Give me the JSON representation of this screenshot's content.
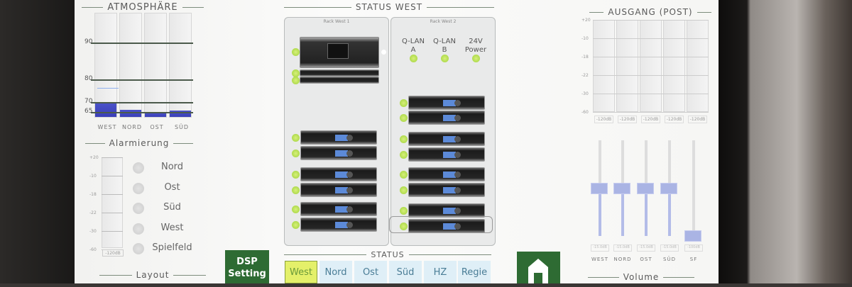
{
  "atmosphere": {
    "title": "ATMOSPHÄRE",
    "ticks": [
      "90",
      "80",
      "70",
      "65"
    ],
    "channels": [
      "WEST",
      "NORD",
      "OST",
      "SÜD"
    ],
    "levels": [
      0.13,
      0.07,
      0.04,
      0.06
    ]
  },
  "alarm": {
    "title": "Alarmierung",
    "ticks": [
      "+20",
      "-10",
      "-18",
      "-22",
      "-30",
      "-60"
    ],
    "meter_value": "-120dB",
    "zones": [
      "Nord",
      "Ost",
      "Süd",
      "West",
      "Spielfeld"
    ]
  },
  "layout": {
    "title": "Layout"
  },
  "dsp": {
    "line1": "DSP",
    "line2": "Setting"
  },
  "status_west": {
    "title": "STATUS WEST",
    "rack1": "Rack West 1",
    "rack2": "Rack West 2",
    "indicators": [
      {
        "l1": "Q-LAN",
        "l2": "A"
      },
      {
        "l1": "Q-LAN",
        "l2": "B"
      },
      {
        "l1": "24V",
        "l2": "Power"
      }
    ]
  },
  "status": {
    "title": "STATUS",
    "tabs": [
      "West",
      "Nord",
      "Ost",
      "Süd",
      "HZ",
      "Regie"
    ],
    "active": "West",
    "active_color": "#e4f06a"
  },
  "home": {
    "icon": "home-icon"
  },
  "output": {
    "title": "AUSGANG (POST)",
    "ticks": [
      "+20",
      "-10",
      "-18",
      "-22",
      "-30",
      "-60"
    ],
    "values": [
      "-120dB",
      "-120dB",
      "-120dB",
      "-120dB",
      "-120dB"
    ]
  },
  "volume": {
    "title": "Volume",
    "channels": [
      "WEST",
      "NORD",
      "OST",
      "SÜD",
      "SF"
    ],
    "levels": [
      0.5,
      0.5,
      0.5,
      0.5,
      0.0
    ],
    "values": [
      "-15.0dB",
      "-15.0dB",
      "-15.0dB",
      "-15.0dB",
      "-100dB"
    ]
  }
}
